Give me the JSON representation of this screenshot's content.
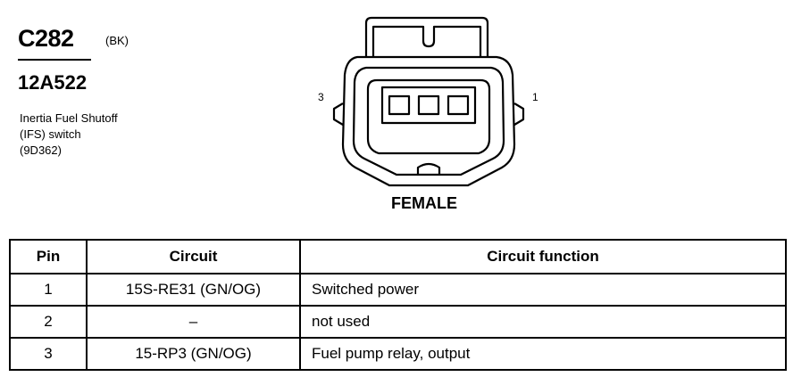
{
  "connector": {
    "id": "C282",
    "color_code": "(BK)",
    "part_number": "12A522",
    "description": [
      "Inertia Fuel Shutoff",
      "(IFS) switch",
      "(9D362)"
    ]
  },
  "diagram": {
    "pin_left_label": "3",
    "pin_right_label": "1",
    "view_label": "FEMALE"
  },
  "table": {
    "headers": [
      "Pin",
      "Circuit",
      "Circuit function"
    ],
    "rows": [
      {
        "pin": "1",
        "circuit": "15S-RE31 (GN/OG)",
        "function": "Switched power"
      },
      {
        "pin": "2",
        "circuit": "–",
        "function": "not used"
      },
      {
        "pin": "3",
        "circuit": "15-RP3 (GN/OG)",
        "function": "Fuel pump relay, output"
      }
    ]
  }
}
